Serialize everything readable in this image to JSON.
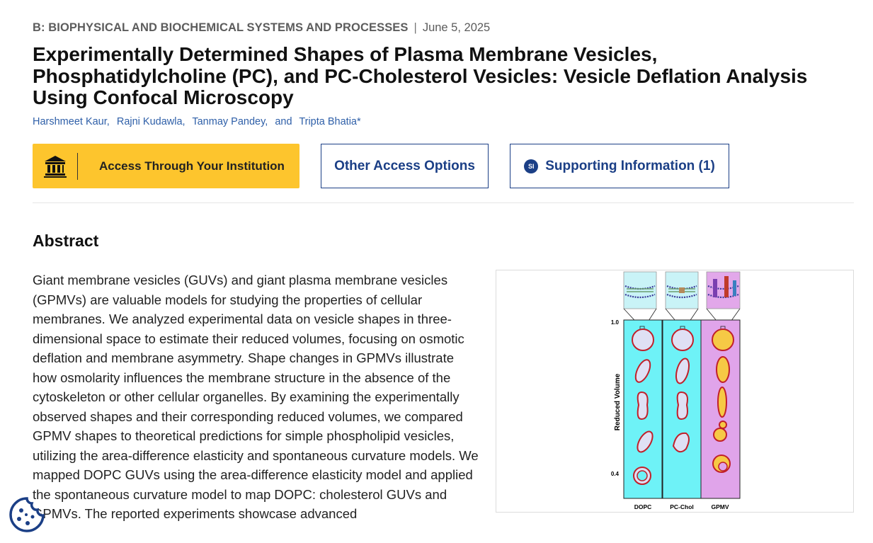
{
  "article": {
    "section": "B: BIOPHYSICAL AND BIOCHEMICAL SYSTEMS AND PROCESSES",
    "separator": "|",
    "date": "June 5, 2025",
    "title": "Experimentally Determined Shapes of Plasma Membrane Vesicles, Phosphatidylcholine (PC), and PC-Cholesterol Vesicles: Vesicle Deflation Analysis Using Confocal Microscopy",
    "authors": [
      "Harshmeet Kaur,",
      "Rajni Kudawla,",
      "Tanmay Pandey,",
      "and",
      "Tripta Bhatia*"
    ]
  },
  "actions": {
    "institution_label": "Access Through Your Institution",
    "other_label": "Other Access Options",
    "si_badge": "SI",
    "si_label": "Supporting Information (1)"
  },
  "abstract": {
    "heading": "Abstract",
    "text": "Giant membrane vesicles (GUVs) and giant plasma membrane vesicles (GPMVs) are valuable models for studying the properties of cellular membranes. We analyzed experimental data on vesicle shapes in three-dimensional space to estimate their reduced volumes, focusing on osmotic deflation and membrane asymmetry. Shape changes in GPMVs illustrate how osmolarity influences the membrane structure in the absence of the cytoskeleton or other cellular organelles. By examining the experimentally observed shapes and their corresponding reduced volumes, we compared GPMV shapes to theoretical predictions for simple phospholipid vesicles, utilizing the area-difference elasticity and spontaneous curvature models. We mapped DOPC GUVs using the area-difference elasticity model and applied the spontaneous curvature model to map DOPC: cholesterol GUVs and GPMVs. The reported experiments showcase advanced"
  },
  "figure": {
    "y_label": "Reduced Volume",
    "tick_top": "1.0",
    "tick_bottom": "0.4",
    "columns": [
      "DOPC",
      "PC-Chol",
      "GPMV"
    ]
  },
  "colors": {
    "accent_yellow": "#fdc52d",
    "brand_blue": "#1b3f86",
    "author_blue": "#2e5fa8",
    "panel_cyan": "#6ef2f7",
    "panel_magenta": "#e0a4ea"
  }
}
